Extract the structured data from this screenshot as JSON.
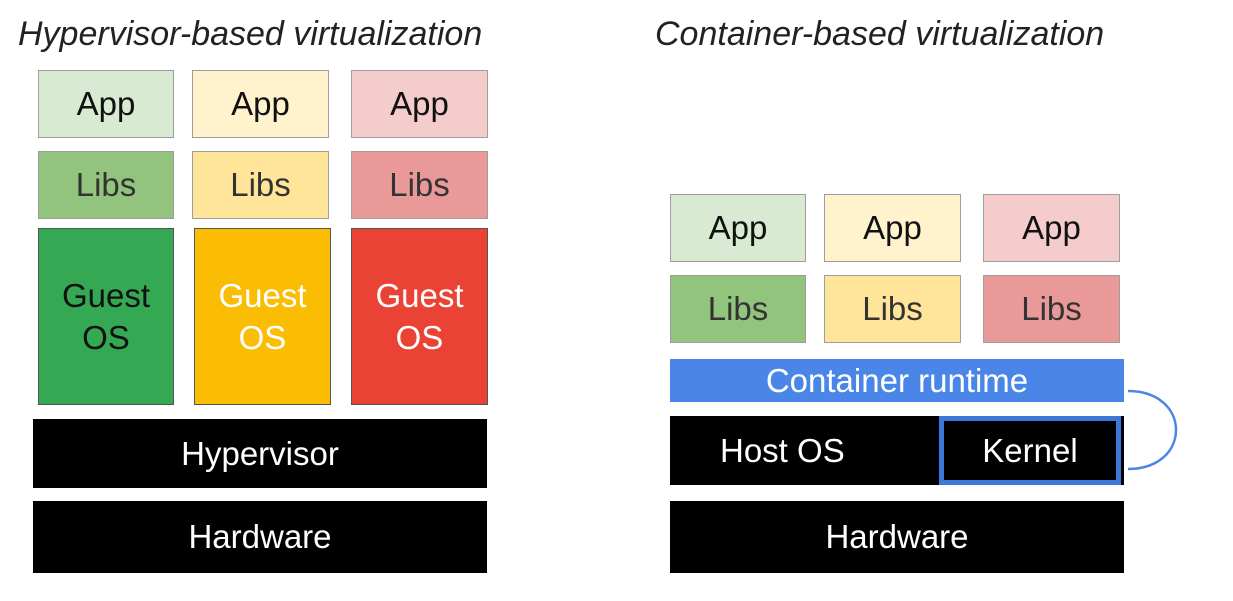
{
  "hypervisor_section": {
    "title": "Hypervisor-based virtualization",
    "apps": [
      "App",
      "App",
      "App"
    ],
    "libs": [
      "Libs",
      "Libs",
      "Libs"
    ],
    "guest_os": [
      "Guest\nOS",
      "Guest\nOS",
      "Guest\nOS"
    ],
    "hypervisor_label": "Hypervisor",
    "hardware_label": "Hardware"
  },
  "container_section": {
    "title": "Container-based virtualization",
    "apps": [
      "App",
      "App",
      "App"
    ],
    "libs": [
      "Libs",
      "Libs",
      "Libs"
    ],
    "runtime_label": "Container runtime",
    "host_os_label": "Host OS",
    "kernel_label": "Kernel",
    "hardware_label": "Hardware"
  },
  "colors": {
    "green_app": "#d9ead3",
    "yellow_app": "#fff2cc",
    "red_app": "#f4cccc",
    "green_libs": "#93c47d",
    "yellow_libs": "#ffe599",
    "red_libs": "#ea9999",
    "green_os": "#34a853",
    "yellow_os": "#fbbc04",
    "red_os": "#ea4335",
    "runtime_blue": "#4a86e8",
    "kernel_border": "#3c78d8",
    "bar_black": "#000000"
  }
}
